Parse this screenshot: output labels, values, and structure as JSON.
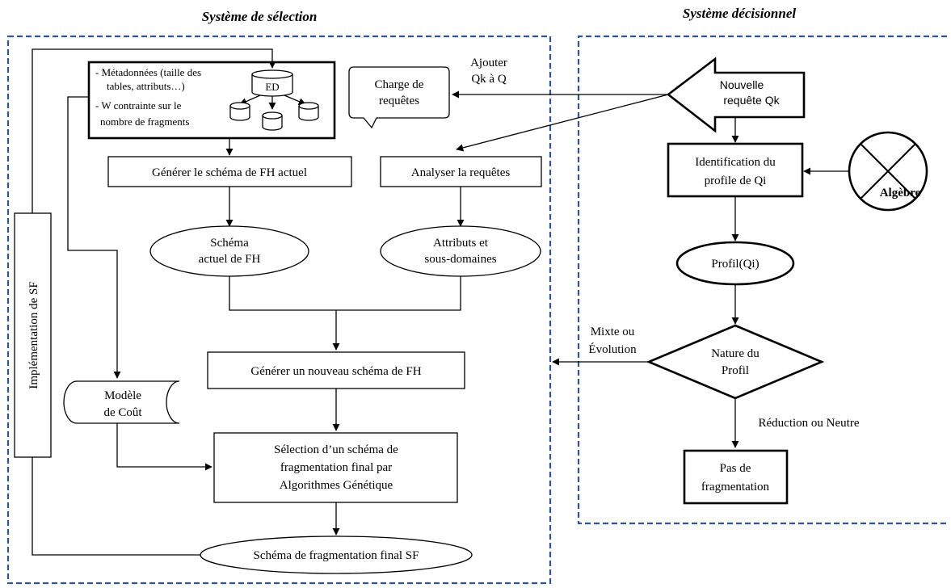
{
  "selection_title": "Système de sélection",
  "decision_title": "Système décisionnel",
  "meta": {
    "line1": "-  Métadonnées (taille des",
    "line2": "tables, attributs…)",
    "line3": "- W contrainte sur le",
    "line4": "nombre de fragments",
    "db_label": "ED"
  },
  "charge": {
    "line1": "Charge de",
    "line2": "requêtes"
  },
  "ajouter": {
    "line1": "Ajouter",
    "line2": "Qk à Q"
  },
  "nouvelle": {
    "line1": "Nouvelle",
    "line2": "requête Qk"
  },
  "gen_actuel": "Générer le schéma de FH actuel",
  "analyser": "Analyser la requêtes",
  "schema_actuel": {
    "line1": "Schéma",
    "line2": "actuel de FH"
  },
  "attributs": {
    "line1": "Attributs et",
    "line2": "sous-domaines"
  },
  "gen_nouveau": "Générer un nouveau schéma de FH",
  "modele": {
    "line1": "Modèle",
    "line2": "de Coût"
  },
  "selection_final": {
    "line1": "Sélection d’un schéma de",
    "line2": "fragmentation final par",
    "line3": "Algorithmes Génétique"
  },
  "schema_final": "Schéma de fragmentation final SF",
  "implementation": "Implémentation de SF",
  "identification": {
    "line1": "Identification du",
    "line2": "profile de Qi"
  },
  "algebre": "Algèbre",
  "profil": "Profil(Qi)",
  "nature": {
    "line1": "Nature du",
    "line2": "Profil"
  },
  "mixte": {
    "line1": "Mixte ou",
    "line2": "Évolution"
  },
  "reduction": "Réduction ou Neutre",
  "pas": {
    "line1": "Pas de",
    "line2": "fragmentation"
  },
  "colors": {
    "frame": "#2f5597",
    "stroke": "#000000",
    "fill": "#ffffff"
  }
}
